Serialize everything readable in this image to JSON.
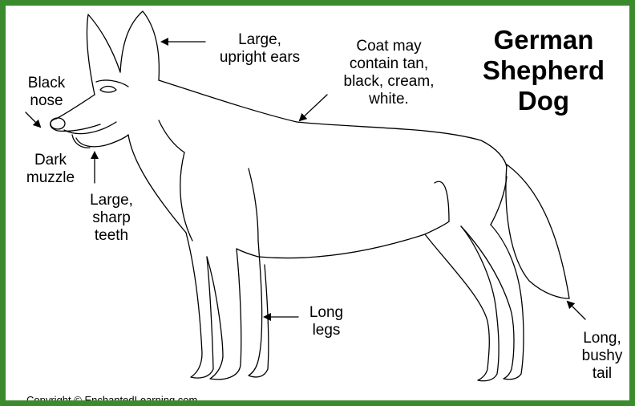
{
  "title": {
    "line1": "German",
    "line2": "Shepherd",
    "line3": "Dog"
  },
  "labels": {
    "ears": {
      "line1": "Large,",
      "line2": "upright ears"
    },
    "coat": {
      "line1": "Coat may",
      "line2": "contain tan,",
      "line3": "black, cream,",
      "line4": "white."
    },
    "nose": {
      "line1": "Black",
      "line2": "nose"
    },
    "muzzle": {
      "line1": "Dark",
      "line2": "muzzle"
    },
    "teeth": {
      "line1": "Large,",
      "line2": "sharp",
      "line3": "teeth"
    },
    "legs": {
      "line1": "Long",
      "line2": "legs"
    },
    "tail": {
      "line1": "Long,",
      "line2": "bushy",
      "line3": "tail"
    }
  },
  "copyright": "Copyright © EnchantedLearning.com",
  "colors": {
    "border": "#3c8a2e",
    "ink": "#000000",
    "background": "#ffffff"
  }
}
